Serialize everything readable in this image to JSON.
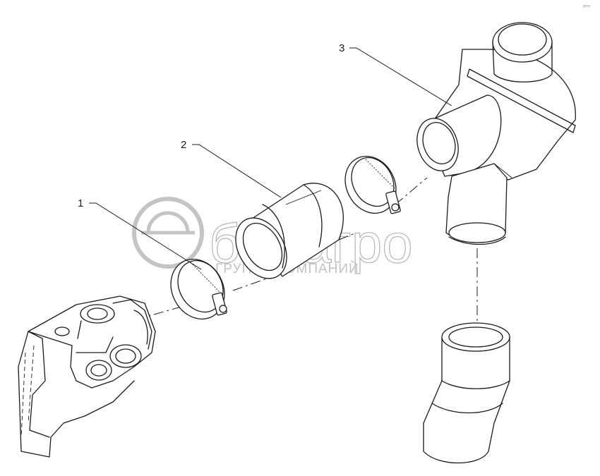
{
  "callouts": [
    {
      "label": "1"
    },
    {
      "label": "2"
    },
    {
      "label": "3"
    }
  ],
  "watermark": {
    "brand": "белагро",
    "subtitle": "ГРУППА КОМПАНИЙ"
  },
  "corner_mark": "gnsv"
}
